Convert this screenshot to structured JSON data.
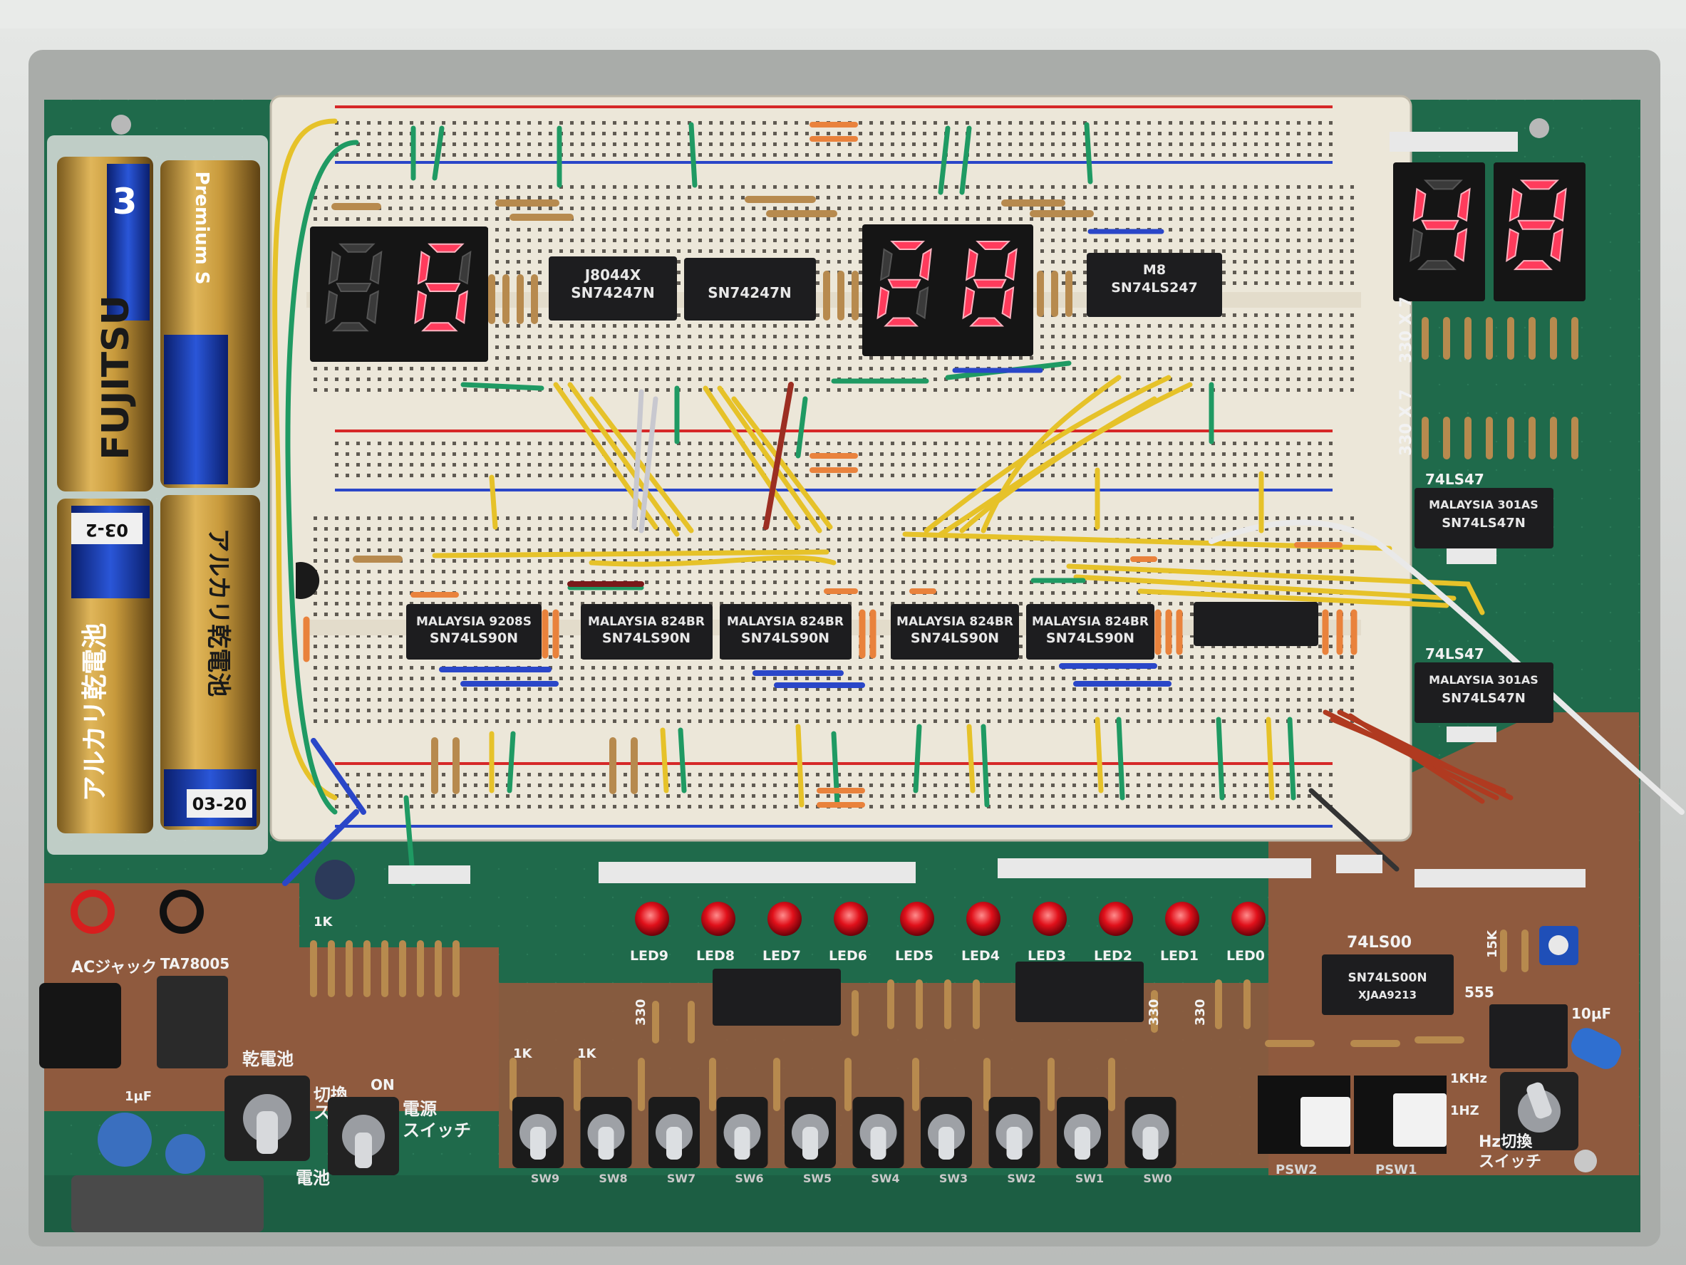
{
  "colors": {
    "case": "#d4d6d4",
    "pcb_green": "#1f6a4b",
    "pcb_copper": "#8f5a3e",
    "breadboard": "#ece7d9",
    "segment_on": "#ff3b5c",
    "segment_off": "#3a3a3a",
    "led_red": "#e0101a",
    "wire_yellow": "#e6c229",
    "wire_green": "#1f9a63",
    "wire_blue": "#2a46c8",
    "wire_orange": "#e9823c",
    "wire_red": "#b03a20"
  },
  "displays": [
    {
      "id": "left",
      "digits": [
        "",
        "6"
      ]
    },
    {
      "id": "middle",
      "digits": [
        "2",
        "8"
      ]
    },
    {
      "id": "right",
      "digits": [
        "4",
        "8"
      ]
    }
  ],
  "batteries": {
    "brand": "FUJITSU",
    "type": "Premium S",
    "jp_label": "アルカリ乾電池",
    "date_code_a": "03-2",
    "date_code_b": "03-20",
    "size_mark": "3"
  },
  "chips_top": [
    {
      "line1": "J8044X",
      "line2": "SN74247N"
    },
    {
      "line1": "",
      "line2": "SN74247N"
    },
    {
      "line1": "M8",
      "line2": "SN74LS247"
    }
  ],
  "chips_counter": [
    {
      "line1": "MALAYSIA 9208S",
      "line2": "SN74LS90N"
    },
    {
      "line1": "MALAYSIA 824BR",
      "line2": "SN74LS90N"
    },
    {
      "line1": "MALAYSIA 824BR",
      "line2": "SN74LS90N"
    },
    {
      "line1": "MALAYSIA 824BR",
      "line2": "SN74LS90N"
    },
    {
      "line1": "MALAYSIA 824BR",
      "line2": "SN74LS90N"
    },
    {
      "line1": "",
      "line2": ""
    }
  ],
  "chips_right": [
    {
      "line1": "MALAYSIA 301AS",
      "line2": "SN74LS47N",
      "label": "74LS47"
    },
    {
      "line1": "MALAYSIA 301AS",
      "line2": "SN74LS47N",
      "label": "74LS47"
    }
  ],
  "chip_74ls00": {
    "label": "74LS00",
    "line1": "SN74LS00N",
    "line2": "XJAA9213"
  },
  "chip_555": {
    "label": "555"
  },
  "resistor_labels": {
    "r330x7_a": "330 X 7",
    "r330x7_b": "330 X 7"
  },
  "leds": [
    {
      "label": "LED9"
    },
    {
      "label": "LED8"
    },
    {
      "label": "LED7"
    },
    {
      "label": "LED6"
    },
    {
      "label": "LED5"
    },
    {
      "label": "LED4"
    },
    {
      "label": "LED3"
    },
    {
      "label": "LED2"
    },
    {
      "label": "LED1"
    },
    {
      "label": "LED0"
    }
  ],
  "switch_labels": [
    "SW9",
    "SW8",
    "SW7",
    "SW6",
    "SW5",
    "SW4",
    "SW3",
    "SW2",
    "SW1",
    "SW0"
  ],
  "pushbuttons": [
    {
      "label": "PSW2"
    },
    {
      "label": "PSW1"
    }
  ],
  "power": {
    "ac_jack": "ACジャック",
    "regulator": "TA78005",
    "battery_switch_top": "乾電池",
    "battery_switch_mid": "切換",
    "battery_switch_mid2": "スイ",
    "battery_switch_bottom": "電池",
    "on_label": "ON",
    "power_switch": "電源",
    "power_switch2": "スイッチ",
    "cap_label": "1μF"
  },
  "clock": {
    "cap": "10μF",
    "khz": "1KHz",
    "hz": "1HZ",
    "switch": "Hz切換",
    "switch2": "スイッチ",
    "res": "15K"
  },
  "misc_labels": {
    "r1k": "1K",
    "r330": "330"
  }
}
